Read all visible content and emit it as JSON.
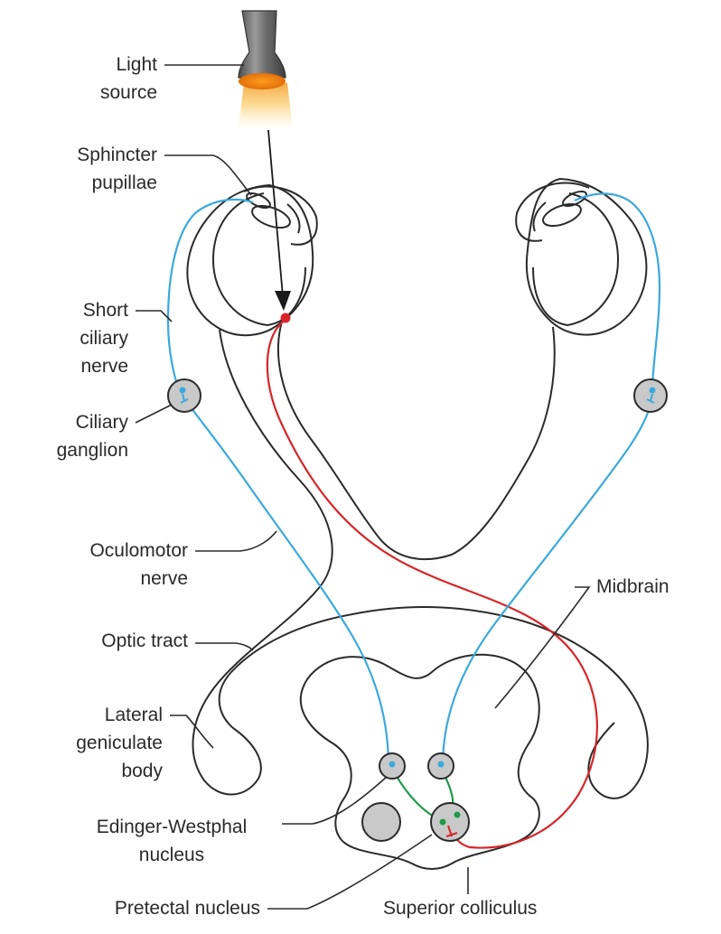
{
  "colors": {
    "outline": "#2b2b2b",
    "afferent": "#d6262a",
    "efferent": "#3aa9dd",
    "interneuron": "#1e9b4a",
    "nucleus_fill": "#c9c9c9",
    "lamp_body": "#6d6d6d",
    "lamp_glow": "#f29a1a"
  },
  "labels": {
    "light_source": [
      "Light",
      "source"
    ],
    "sphincter_pupillae": [
      "Sphincter",
      "pupillae"
    ],
    "short_ciliary_nerve": [
      "Short",
      "ciliary",
      "nerve"
    ],
    "ciliary_ganglion": [
      "Ciliary",
      "ganglion"
    ],
    "oculomotor_nerve": [
      "Oculomotor",
      "nerve"
    ],
    "optic_tract": "Optic tract",
    "lateral_geniculate_body": [
      "Lateral",
      "geniculate",
      "body"
    ],
    "edinger_westphal_nucleus": [
      "Edinger-Westphal",
      "nucleus"
    ],
    "pretectal_nucleus": "Pretectal nucleus",
    "superior_colliculus": "Superior colliculus",
    "midbrain": "Midbrain"
  }
}
